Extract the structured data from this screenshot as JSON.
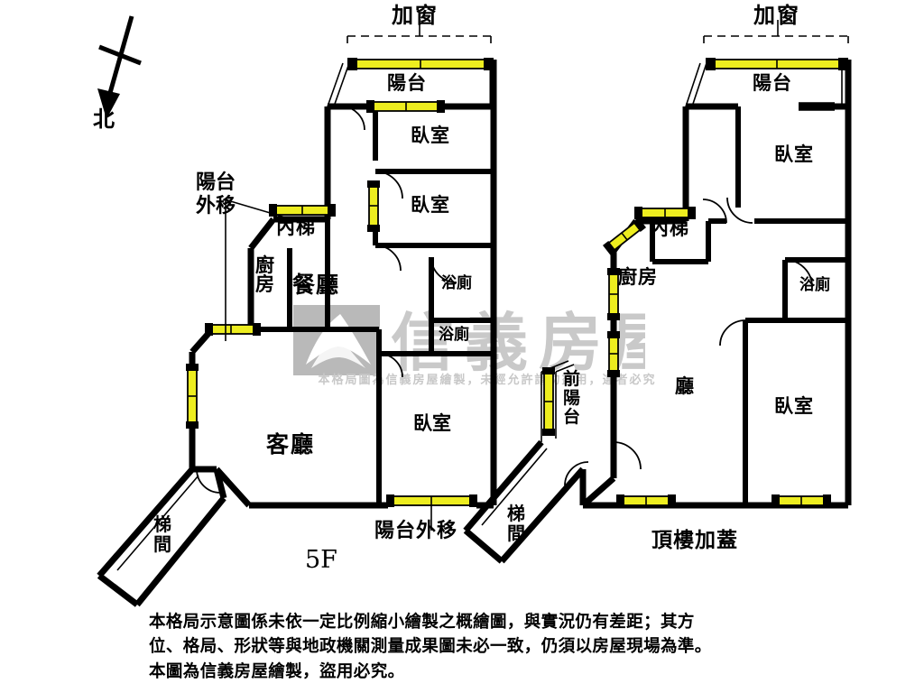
{
  "meta": {
    "floor_label": "5F",
    "north_label": "北"
  },
  "annotations": {
    "add_window_left": "加窗",
    "add_window_right": "加窗",
    "balcony_relocate_left": "陽台\n外移",
    "balcony_relocate_bottom": "陽台外移",
    "rooftop_addition": "頂樓加蓋"
  },
  "left_unit": {
    "balcony": "陽台",
    "bedroom_1": "臥室",
    "bedroom_2": "臥室",
    "bedroom_3": "臥室",
    "bath_1": "浴廁",
    "bath_2": "浴廁",
    "inner_stair": "內梯",
    "kitchen": "廚\n房",
    "dining": "餐廳",
    "living": "客廳",
    "stairwell": "梯\n間"
  },
  "right_unit": {
    "balcony": "陽台",
    "bedroom_1": "臥室",
    "bedroom_2": "臥室",
    "bath_1": "浴廁",
    "inner_stair": "內梯",
    "kitchen": "廚房",
    "hall": "廳",
    "front_balcony": "前\n陽\n台",
    "stairwell": "梯\n間"
  },
  "watermark": {
    "brand": "信義房屋",
    "notice": "本格局圖為信義房屋繪製，未經允許請勿盜用，違者必究"
  },
  "disclaimer": {
    "line1": "本格局示意圖係未依一定比例縮小繪製之概繪圖，與實況仍有差距；其方",
    "line2": "位、格局、形狀等與地政機關測量成果圖未必一致，仍須以房屋現場為準。",
    "line3": "本圖為信義房屋繪製，盜用必究。"
  },
  "colors": {
    "wall": "#000000",
    "window_fill": "#eded1f",
    "window_stroke": "#000000",
    "watermark": "#c8c8c8",
    "background": "#ffffff"
  }
}
